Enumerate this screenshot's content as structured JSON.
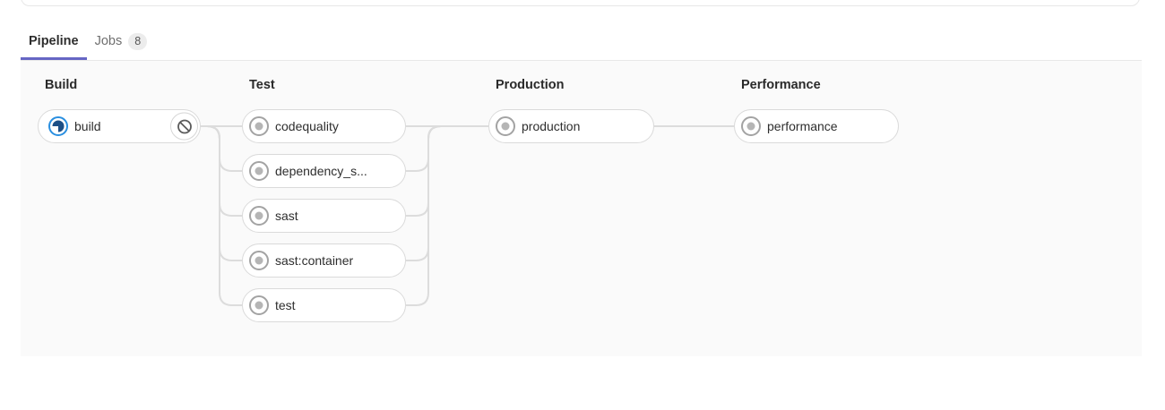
{
  "tabs": [
    {
      "label": "Pipeline",
      "active": true
    },
    {
      "label": "Jobs",
      "badge": "8",
      "active": false
    }
  ],
  "colors": {
    "active_tab_underline": "#6666c4",
    "graph_background": "#fafafa",
    "connector_line": "#dcdcdc",
    "running_status_blue": "#2a8fe0",
    "running_status_dark_blue": "#1d4f86",
    "created_status_gray": "#a3a3a3"
  },
  "pipeline": {
    "stages": [
      {
        "name": "Build",
        "jobs": [
          {
            "label": "build",
            "status": "running",
            "action": "cancel"
          }
        ]
      },
      {
        "name": "Test",
        "jobs": [
          {
            "label": "codequality",
            "status": "created"
          },
          {
            "label": "dependency_s...",
            "status": "created"
          },
          {
            "label": "sast",
            "status": "created"
          },
          {
            "label": "sast:container",
            "status": "created"
          },
          {
            "label": "test",
            "status": "created"
          }
        ]
      },
      {
        "name": "Production",
        "jobs": [
          {
            "label": "production",
            "status": "created"
          }
        ]
      },
      {
        "name": "Performance",
        "jobs": [
          {
            "label": "performance",
            "status": "created"
          }
        ]
      }
    ]
  }
}
